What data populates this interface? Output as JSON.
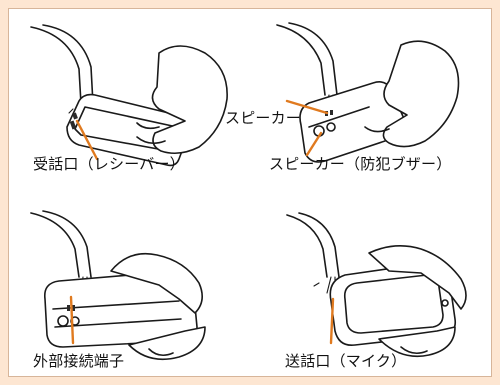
{
  "figure": {
    "panels": [
      {
        "label": "受話口（レシーバー）"
      },
      {
        "label": "スピーカー",
        "label2": "スピーカー（防犯ブザー）"
      },
      {
        "label": "外部接続端子"
      },
      {
        "label": "送話口（マイク）"
      }
    ],
    "leader_color": "#e07a1f",
    "border_color": "#fde6d2"
  }
}
